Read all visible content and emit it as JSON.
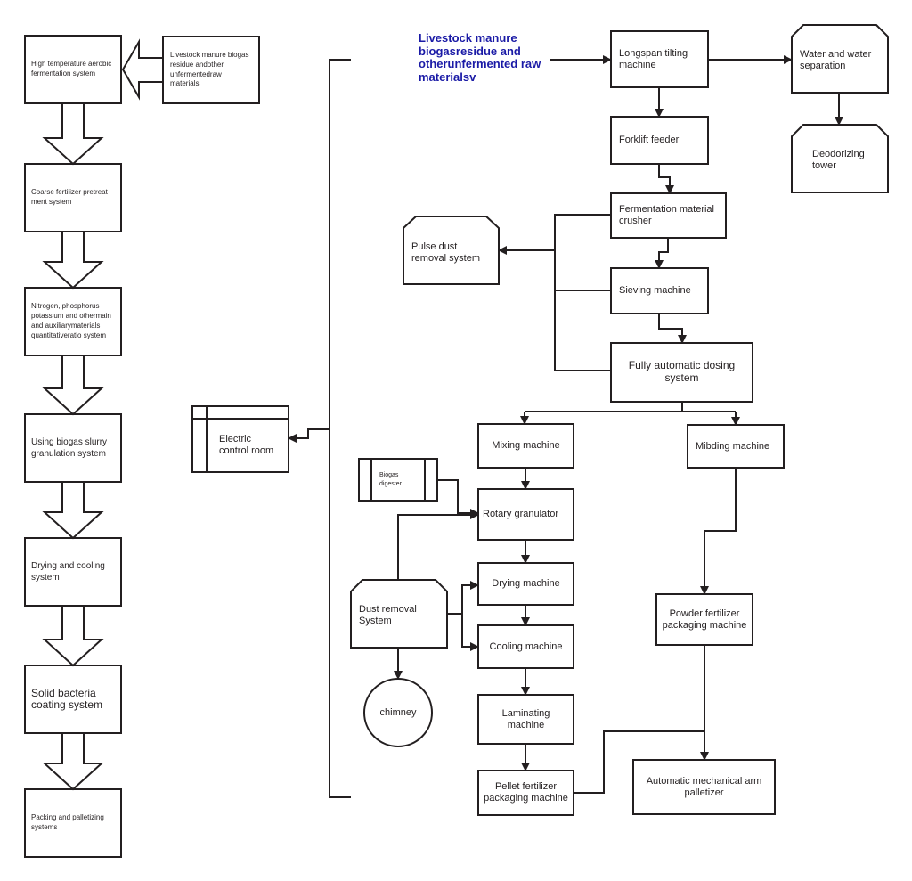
{
  "left_column": {
    "input": "Livestock manure biogas residue andother unfermentedraw materials",
    "steps": [
      "High temperature aerobic fermentation system",
      "Coarse fertilizer pretreat ment system",
      "Nitrogen, phosphorus potassium and othermain and auxiliarymaterials quantitativeratio system",
      "Using biogas slurry granulation system",
      "Drying and cooling system",
      "Solid bacteria coating system",
      "Packing and palletizing systems"
    ]
  },
  "control": {
    "electric_control_room": "Electric control room"
  },
  "process": {
    "raw_materials": "Livestock manure biogasresidue and otherunfermented raw materialsv",
    "longspan_tilting": "Longspan tilting machine",
    "water_separation": "Water and water separation",
    "deodorizing_tower": "Deodorizing tower",
    "forklift_feeder": "Forklift feeder",
    "fermentation_crusher": "Fermentation material crusher",
    "pulse_dust": "Pulse dust removal system",
    "sieving": "Sieving machine",
    "dosing": "Fully automatic dosing system",
    "mixing": "Mixing machine",
    "mibding": "Mibding machine",
    "biogas_digester": "Biogas digester",
    "rotary_granulator": "Rotary granulator",
    "drying": "Drying machine",
    "cooling": "Cooling machine",
    "dust_removal": "Dust removal System",
    "chimney": "chimney",
    "laminating": "Laminating machine",
    "pellet_packaging": "Pellet fertilizer packaging machine",
    "powder_packaging": "Powder fertilizer packaging machine",
    "palletizer": "Automatic mechanical arm palletizer"
  }
}
